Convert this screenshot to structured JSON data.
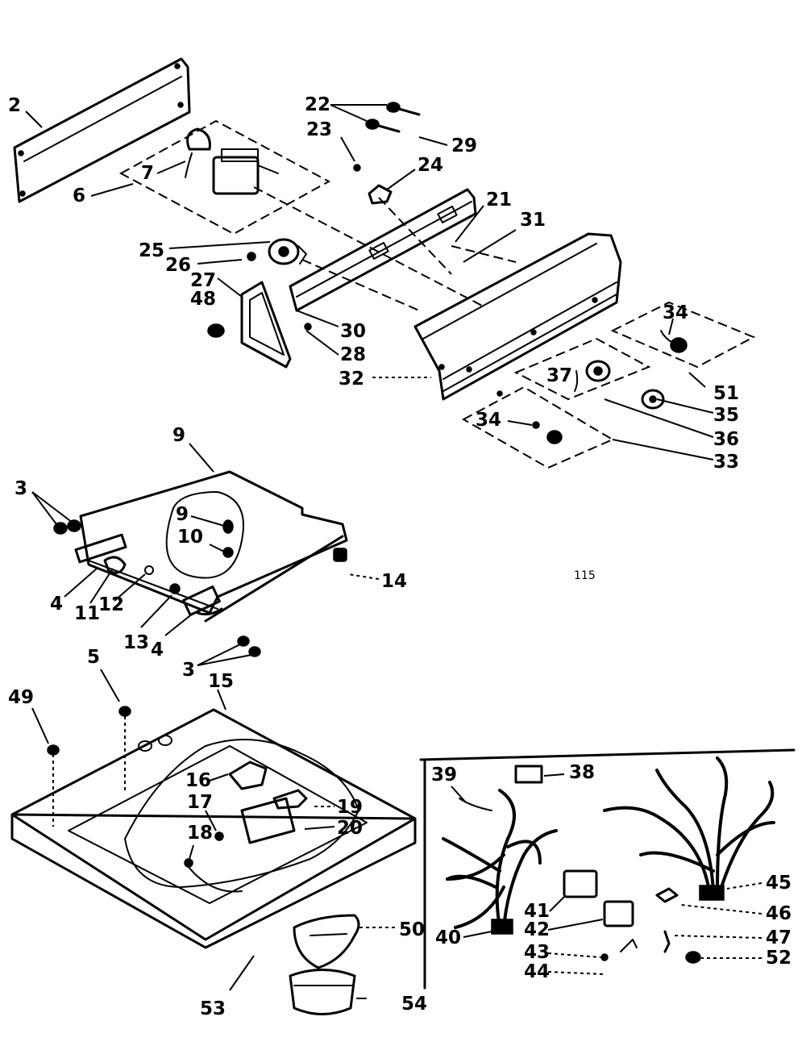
{
  "callouts": {
    "c2": "2",
    "c6": "6",
    "c7": "7",
    "c22": "22",
    "c23": "23",
    "c29": "29",
    "c24": "24",
    "c21": "21",
    "c31": "31",
    "c25": "25",
    "c26": "26",
    "c27": "27",
    "c48": "48",
    "c30": "30",
    "c28": "28",
    "c32": "32",
    "c34a": "34",
    "c51": "51",
    "c37": "37",
    "c35": "35",
    "c34b": "34",
    "c36": "36",
    "c33": "33",
    "c9a": "9",
    "c3a": "3",
    "c9b": "9",
    "c10": "10",
    "c14": "14",
    "c4a": "4",
    "c11": "11",
    "c12": "12",
    "c13": "13",
    "c4b": "4",
    "c3b": "3",
    "c5": "5",
    "c15": "15",
    "c49": "49",
    "c16": "16",
    "c17": "17",
    "c19": "19",
    "c18": "18",
    "c20": "20",
    "c50": "50",
    "c53": "53",
    "c54": "54",
    "c39": "39",
    "c38": "38",
    "c45": "45",
    "c41": "41",
    "c46": "46",
    "c42": "42",
    "c40": "40",
    "c47": "47",
    "c43": "43",
    "c52": "52",
    "c44": "44"
  },
  "stray_mark": "115"
}
